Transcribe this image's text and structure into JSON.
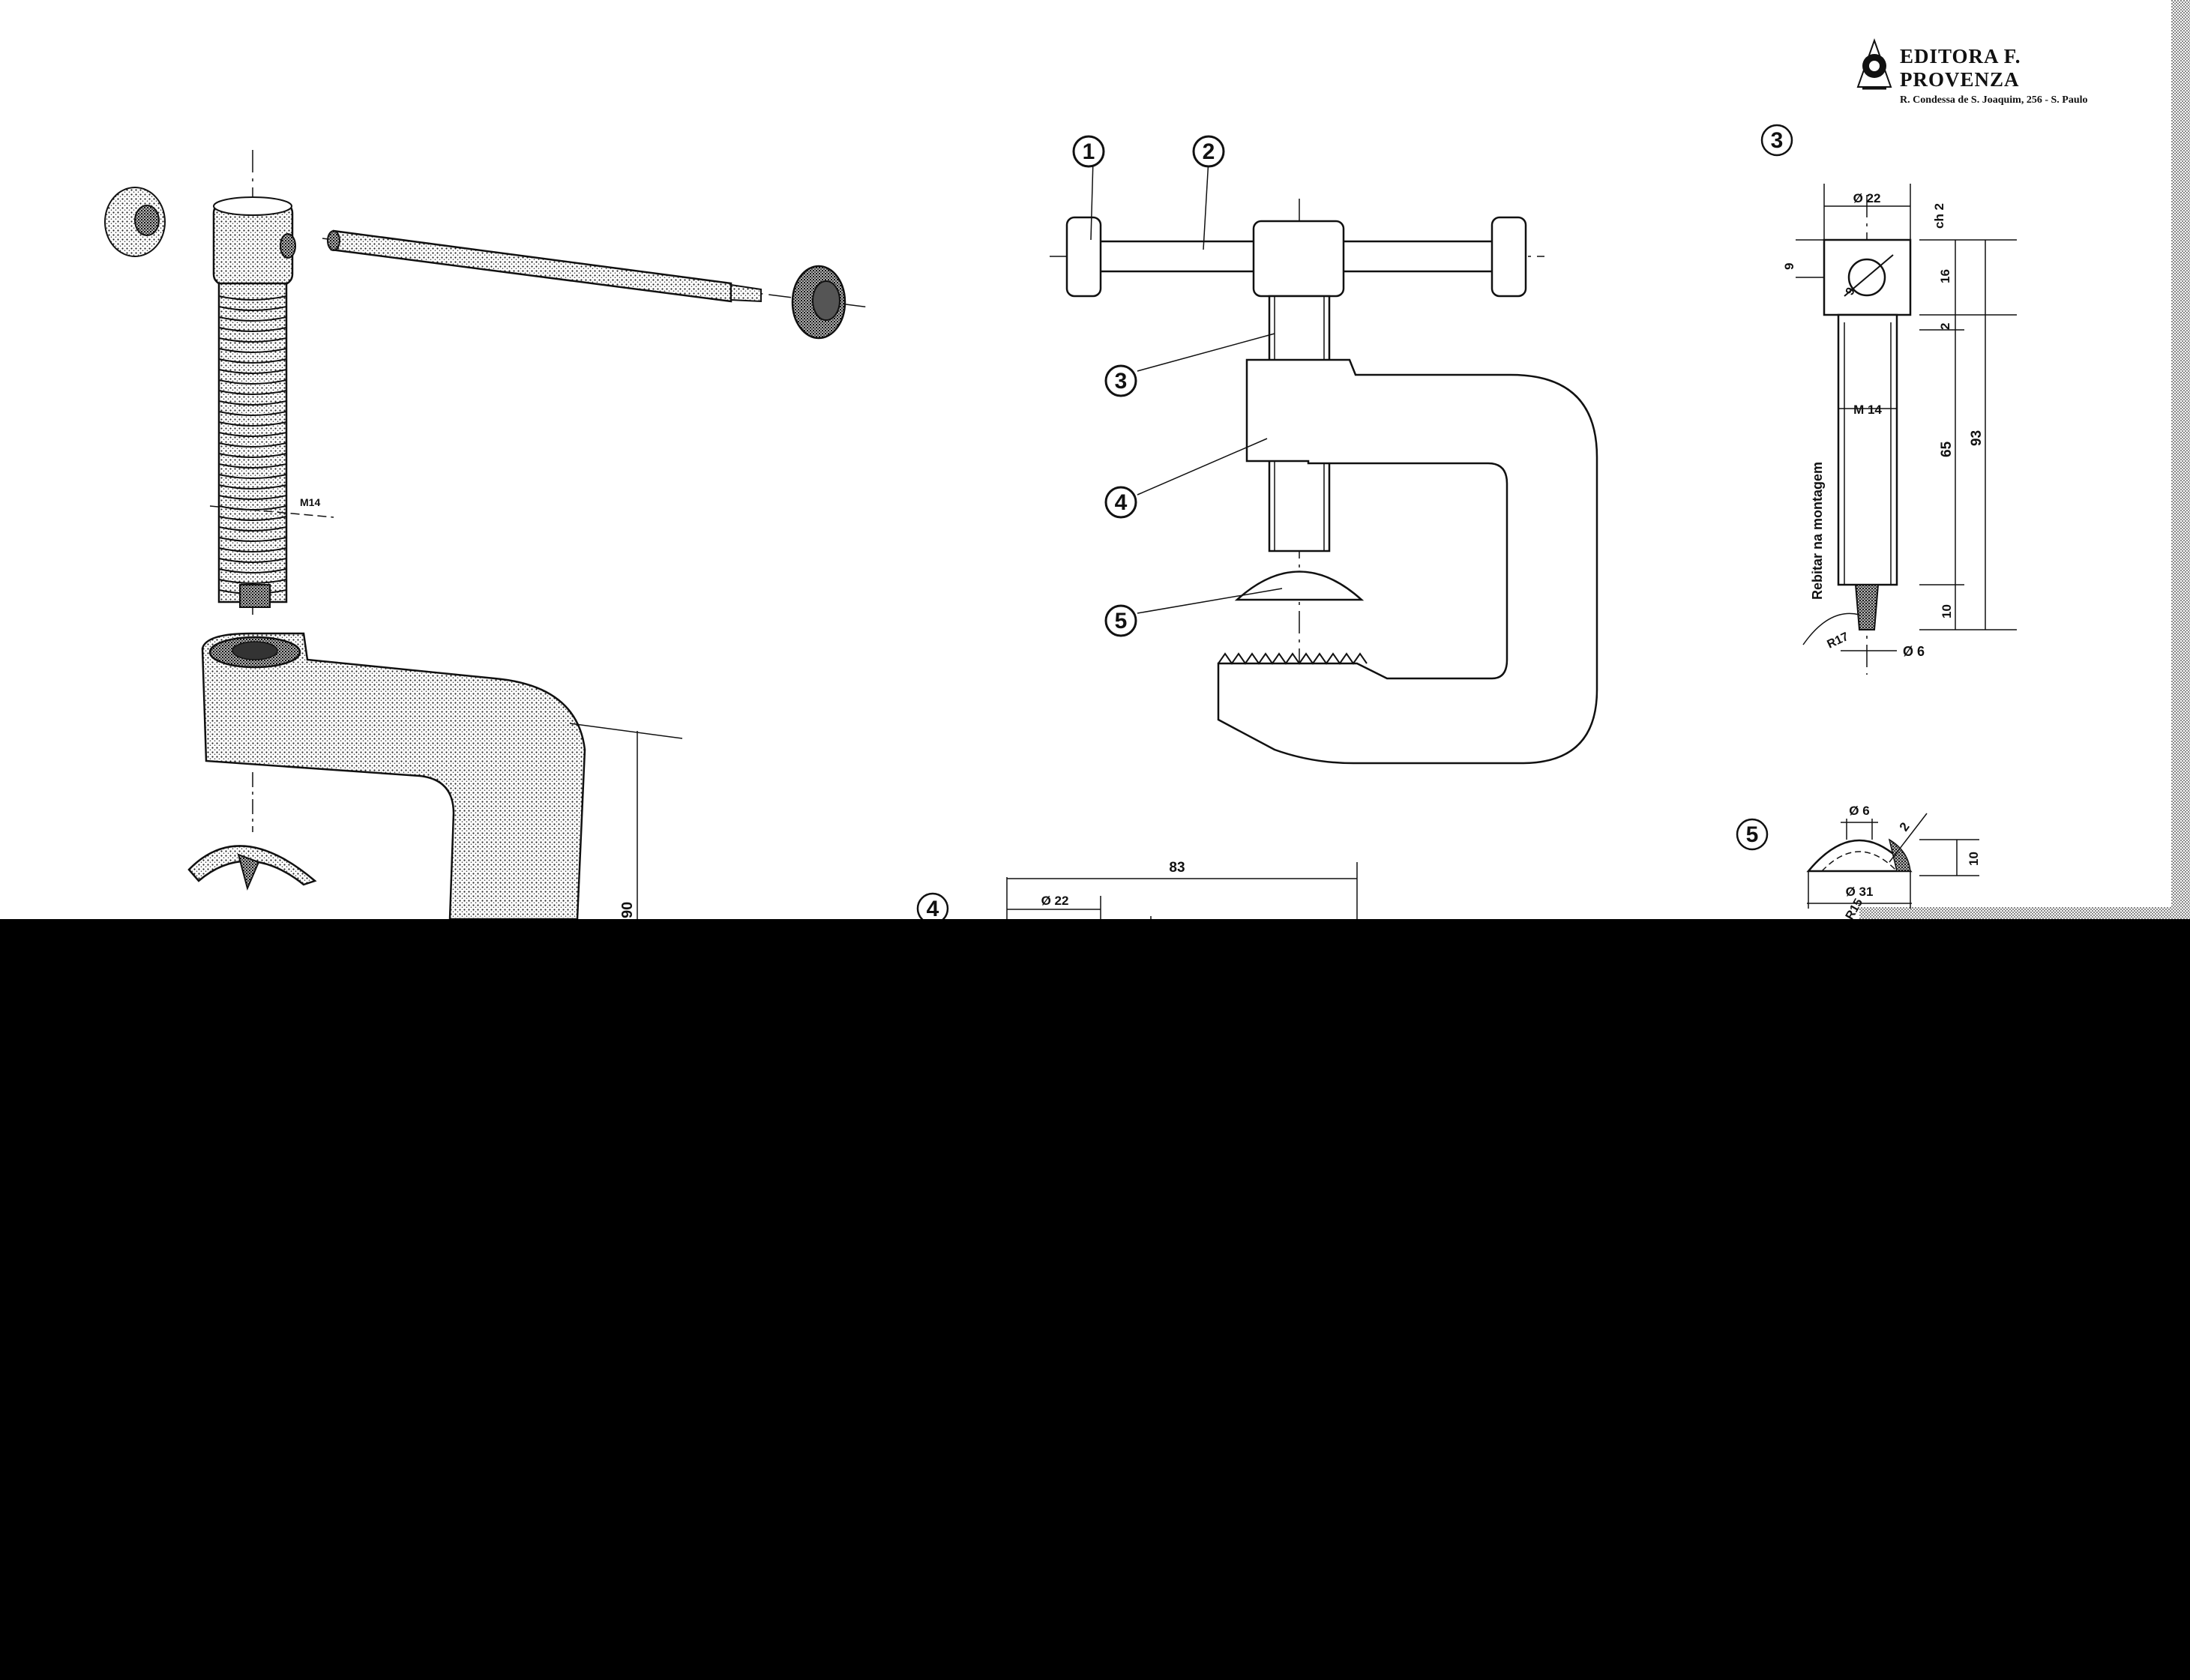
{
  "publisher": {
    "name": "EDITORA  F. PROVENZA",
    "address": "R. Condessa de S. Joaquim, 256 - S. Paulo",
    "logo_icon": "provenza-logo-icon"
  },
  "balloons": {
    "b1": "1",
    "b2": "2",
    "b3": "3",
    "b4": "4",
    "b5": "5",
    "detail3": "3",
    "detail4": "4",
    "detail5": "5"
  },
  "exploded_view": {
    "thread_label": "M14",
    "height_label": "90"
  },
  "detail3": {
    "diameter": "Ø 22",
    "chamfer": "ch 2",
    "head_height": "9",
    "hole": "9",
    "dim16": "16",
    "dim2": "2",
    "thread": "M 14",
    "length65": "65",
    "total93": "93",
    "dim10": "10",
    "rivet_note": "Rebitar na montagem",
    "radius": "R17",
    "tip_diameter": "Ø 6"
  },
  "detail4": {
    "length": "83",
    "diameter": "Ø 22"
  },
  "detail5": {
    "hole_diameter": "Ø 6",
    "height": "10",
    "diameter": "Ø 31",
    "dim2": "2",
    "radius": "R15"
  }
}
